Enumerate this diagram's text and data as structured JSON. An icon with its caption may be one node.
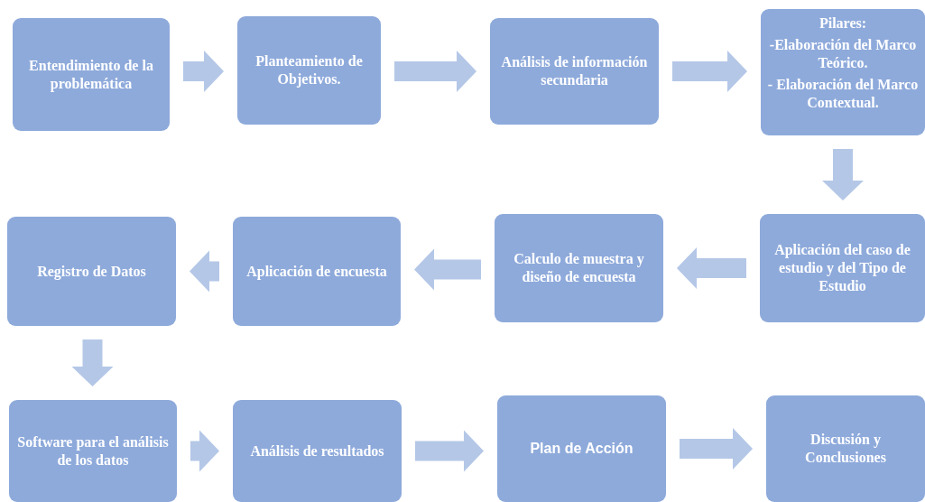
{
  "diagram": {
    "nodes": [
      {
        "text": [
          "Entendimiento de la problemática"
        ]
      },
      {
        "text": [
          "Planteamiento de Objetivos."
        ]
      },
      {
        "text": [
          "Análisis de información secundaria"
        ]
      },
      {
        "text": [
          "Pilares:",
          "-Elaboración del Marco Teórico.",
          "- Elaboración del Marco Contextual."
        ]
      },
      {
        "text": [
          "Aplicación del caso de estudio y del Tipo de Estudio"
        ]
      },
      {
        "text": [
          "Calculo de muestra y diseño de encuesta"
        ]
      },
      {
        "text": [
          "Aplicación de encuesta"
        ]
      },
      {
        "text": [
          "Registro de Datos"
        ]
      },
      {
        "text": [
          "Software para el análisis de los datos"
        ]
      },
      {
        "text": [
          "Análisis de resultados"
        ]
      },
      {
        "text": [
          "Plan de Acción"
        ]
      },
      {
        "text": [
          "Discusión y Conclusiones"
        ]
      }
    ],
    "edges": [
      {
        "from": 0,
        "to": 1,
        "arrow": "to"
      },
      {
        "from": 1,
        "to": 2,
        "arrow": "to"
      },
      {
        "from": 2,
        "to": 3,
        "arrow": "to"
      },
      {
        "from": 3,
        "to": 4,
        "arrow": "to"
      },
      {
        "from": 4,
        "to": 5,
        "arrow": "to"
      },
      {
        "from": 5,
        "to": 6,
        "arrow": "to"
      },
      {
        "from": 6,
        "to": 7,
        "arrow": "to"
      },
      {
        "from": 7,
        "to": 8,
        "arrow": "to"
      },
      {
        "from": 8,
        "to": 9,
        "arrow": "to"
      },
      {
        "from": 9,
        "to": 10,
        "arrow": "to"
      },
      {
        "from": 10,
        "to": 11,
        "arrow": "to"
      }
    ]
  }
}
